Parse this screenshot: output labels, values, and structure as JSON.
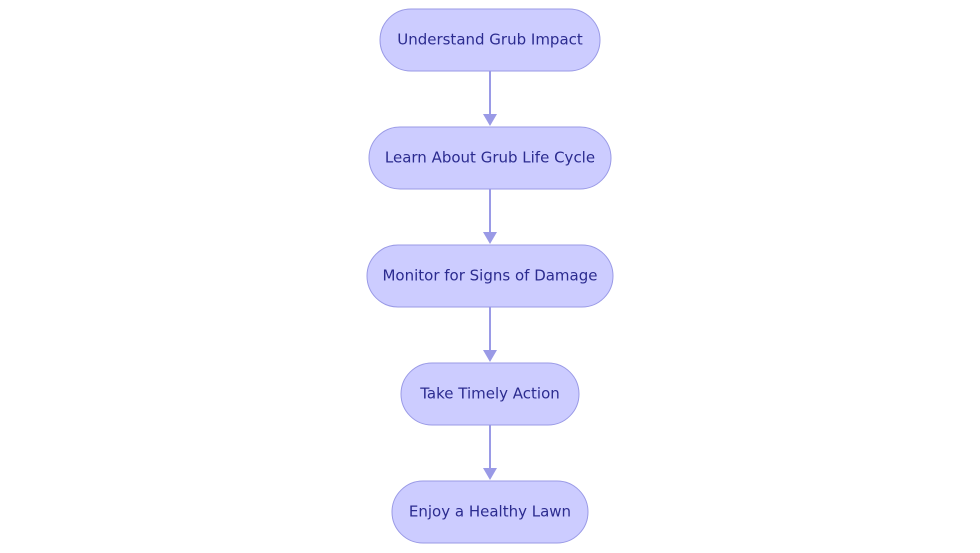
{
  "diagram": {
    "type": "flowchart",
    "direction": "top-to-bottom",
    "colors": {
      "node_fill": "#ccccff",
      "node_stroke": "#9a9ae6",
      "text": "#2b2b8f",
      "edge": "#9a9ae6",
      "background": "#ffffff"
    },
    "nodes": [
      {
        "id": "n1",
        "label": "Understand Grub Impact"
      },
      {
        "id": "n2",
        "label": "Learn About Grub Life Cycle"
      },
      {
        "id": "n3",
        "label": "Monitor for Signs of Damage"
      },
      {
        "id": "n4",
        "label": "Take Timely Action"
      },
      {
        "id": "n5",
        "label": "Enjoy a Healthy Lawn"
      }
    ],
    "edges": [
      {
        "from": "n1",
        "to": "n2"
      },
      {
        "from": "n2",
        "to": "n3"
      },
      {
        "from": "n3",
        "to": "n4"
      },
      {
        "from": "n4",
        "to": "n5"
      }
    ]
  }
}
